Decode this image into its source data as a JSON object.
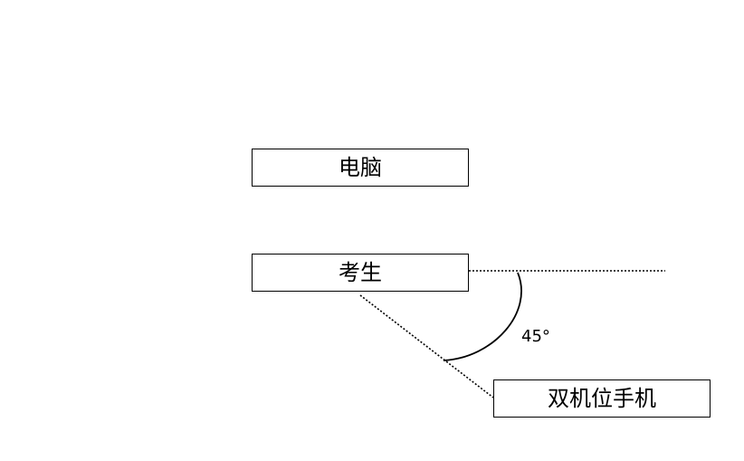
{
  "boxes": {
    "computer": {
      "label": "电脑"
    },
    "examinee": {
      "label": "考生"
    },
    "phone": {
      "label": "双机位手机"
    }
  },
  "angle": {
    "label": "45°"
  }
}
